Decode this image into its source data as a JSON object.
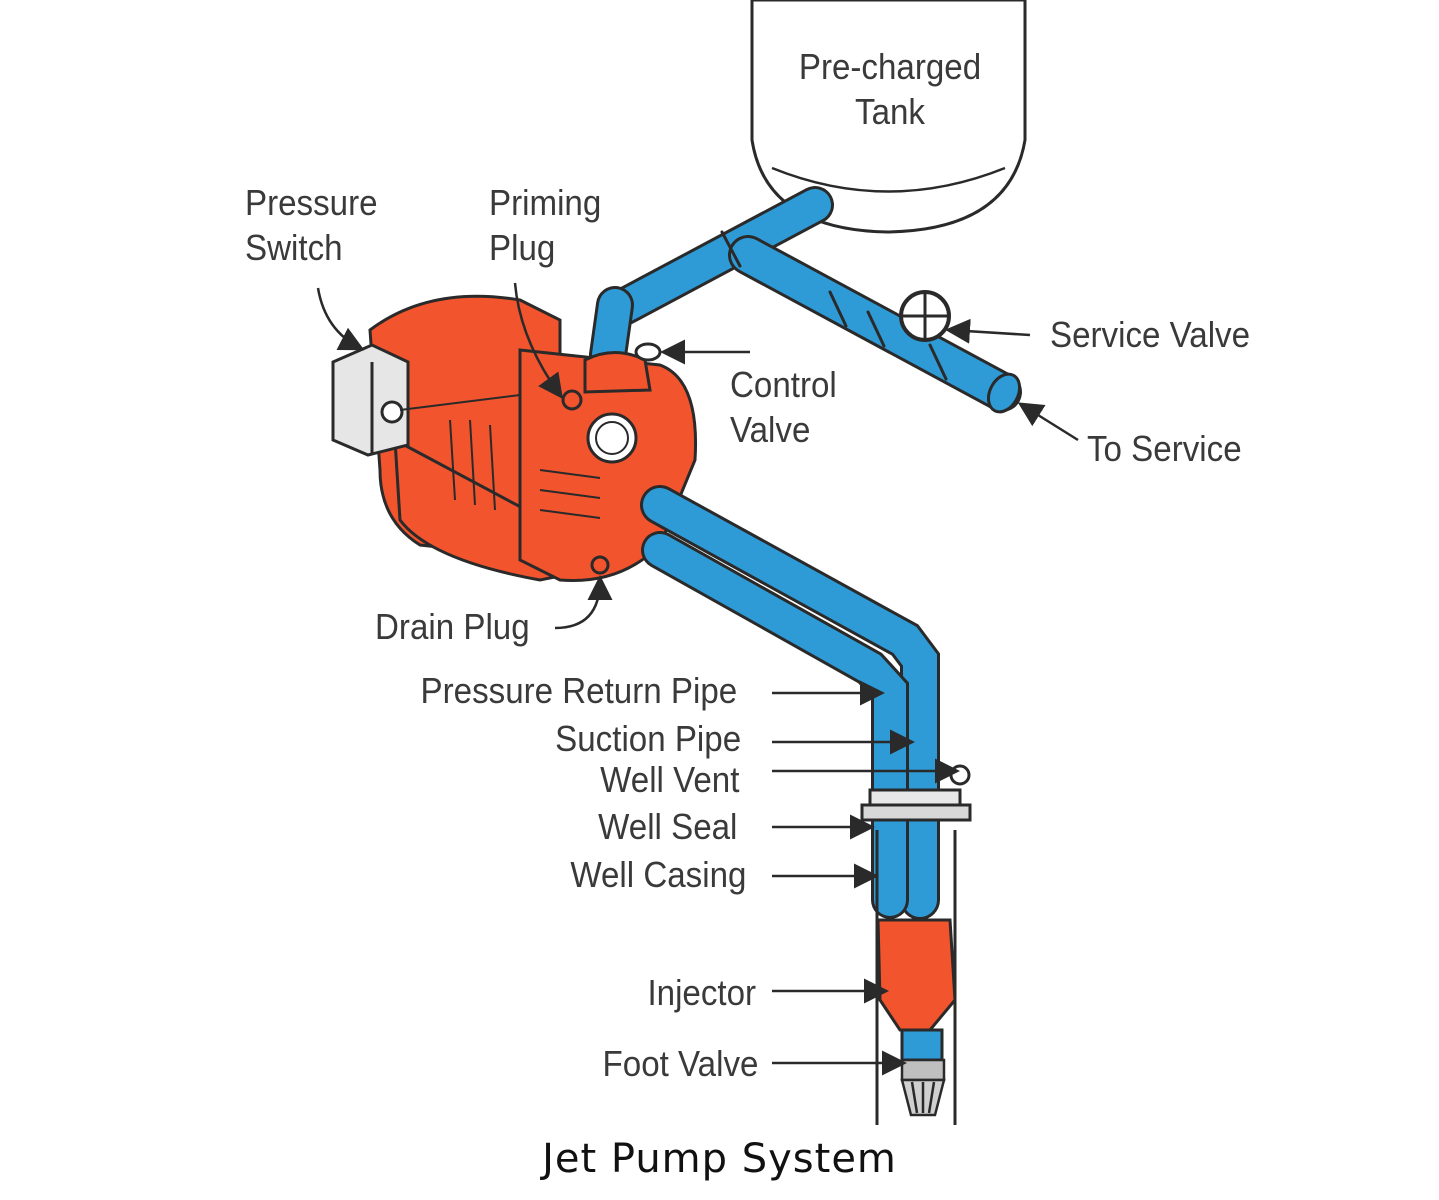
{
  "labels": {
    "tank": "Pre-charged\nTank",
    "pressure_switch": "Pressure\nSwitch",
    "priming_plug": "Priming\nPlug",
    "service_valve": "Service Valve",
    "control_valve": "Control\nValve",
    "to_service": "To Service",
    "drain_plug": "Drain Plug",
    "pressure_return_pipe": "Pressure Return Pipe",
    "suction_pipe": "Suction Pipe",
    "well_vent": "Well Vent",
    "well_seal": "Well Seal",
    "well_casing": "Well Casing",
    "injector": "Injector",
    "foot_valve": "Foot Valve"
  },
  "caption": "Jet Pump System",
  "colors": {
    "pipe": "#2f9bd6",
    "pump": "#f2542d",
    "outline": "#2a2a2a"
  }
}
